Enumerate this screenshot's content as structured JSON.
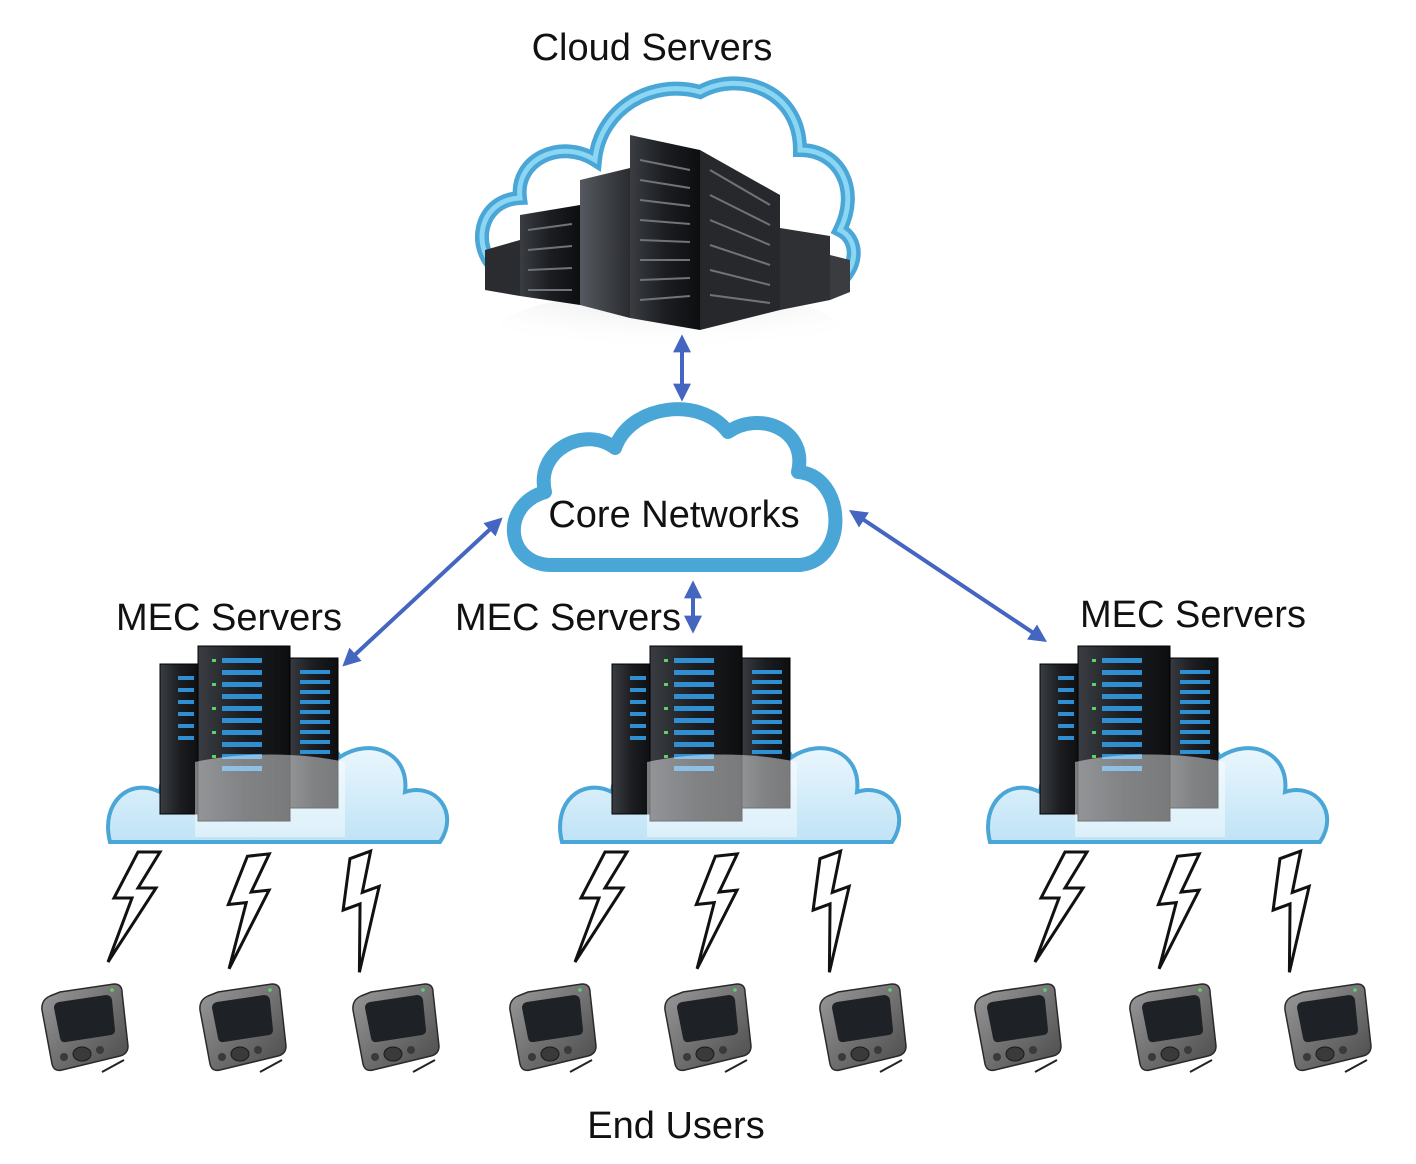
{
  "labels": {
    "cloud_servers": "Cloud Servers",
    "core_networks": "Core Networks",
    "mec_servers_left": "MEC Servers",
    "mec_servers_center": "MEC Servers",
    "mec_servers_right": "MEC Servers",
    "end_users": "End Users"
  },
  "colors": {
    "arrow": "#4566c0",
    "cloud_outline": "#4aa6d6",
    "cloud_top_outline": "#5cc0e8",
    "server_dark": "#1d1f23",
    "server_led": "#2f8fd0",
    "mec_cloud_fill": "#d8eef9",
    "device_body": "#6e6e6e",
    "device_screen": "#1e2226"
  },
  "icons": {
    "cloud": "cloud-datacenter-icon",
    "core": "cloud-outline-icon",
    "mec": "server-rack-icon",
    "wireless": "lightning-bolt-icon",
    "device": "pda-device-icon"
  }
}
